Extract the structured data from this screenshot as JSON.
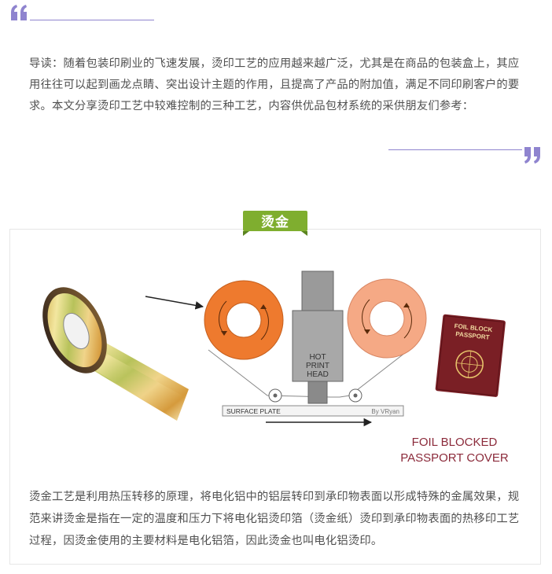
{
  "intro": {
    "text": "导读：随着包装印刷业的飞速发展，烫印工艺的应用越来越广泛，尤其是在商品的包装盒上，其应用往往可以起到画龙点睛、突出设计主题的作用，且提高了产品的附加值，满足不同印刷客户的要求。本文分享烫印工艺中较难控制的三种工艺，内容供优品包材系统的采供朋友们参考："
  },
  "section": {
    "tag": "烫金",
    "diagram": {
      "head_lines": [
        "HOT",
        "PRINT",
        "HEAD"
      ],
      "plate_label": "SURFACE PLATE",
      "credit": "By VRyan",
      "passport_lines": [
        "FOIL BLOCK",
        "PASSPORT"
      ],
      "caption_lines": [
        "FOIL BLOCKED",
        "PASSPORT COVER"
      ]
    },
    "body": "烫金工艺是利用热压转移的原理，将电化铝中的铝层转印到承印物表面以形成特殊的金属效果，规范来讲烫金是指在一定的温度和压力下将电化铝烫印箔（烫金纸）烫印到承印物表面的热移印工艺过程，因烫金使用的主要材料是电化铝箔，因此烫金也叫电化铝烫印。"
  },
  "colors": {
    "accent_purple": "#8f84cf",
    "tag_green": "#7fae2f",
    "roller_orange": "#ee7a2e",
    "roller_peach": "#f5a985",
    "passport_red": "#7a1f25",
    "caption_red": "#8b2a3a"
  },
  "icons": [
    "quote-open-icon",
    "quote-close-icon"
  ]
}
